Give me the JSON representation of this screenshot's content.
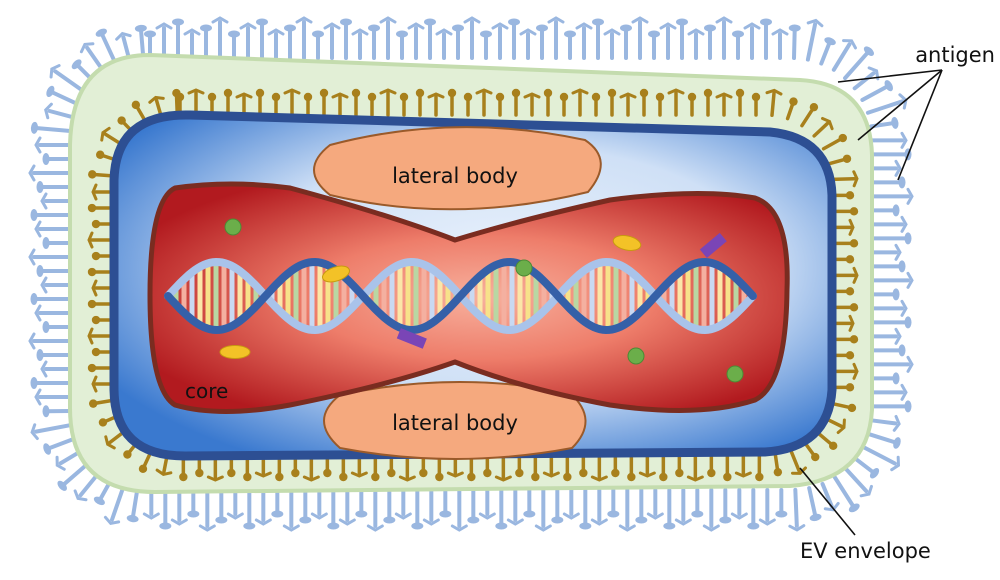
{
  "labels": {
    "antigen": "antigen",
    "lateral_body_top": "lateral body",
    "lateral_body_bottom": "lateral body",
    "core": "core",
    "envelope": "EV envelope"
  },
  "colors": {
    "outer_spike": "#9ab7e0",
    "envelope_fill": "#e2efd6",
    "envelope_stroke": "#c4dcae",
    "membrane": "#2d4f93",
    "inner_spike": "#a8801c",
    "interior_light": "#dce9f9",
    "interior_dark": "#3a79cf",
    "core_center": "#f49a86",
    "core_edge": "#b21a1f",
    "core_stroke": "#7a2c20",
    "lateral_body": "#f5a97e",
    "dna_dark": "#3560a8",
    "dna_light": "#a9c3ea",
    "particle_green": "#6bae4a",
    "particle_yellow": "#f3c227",
    "particle_purple": "#7a45b6"
  }
}
